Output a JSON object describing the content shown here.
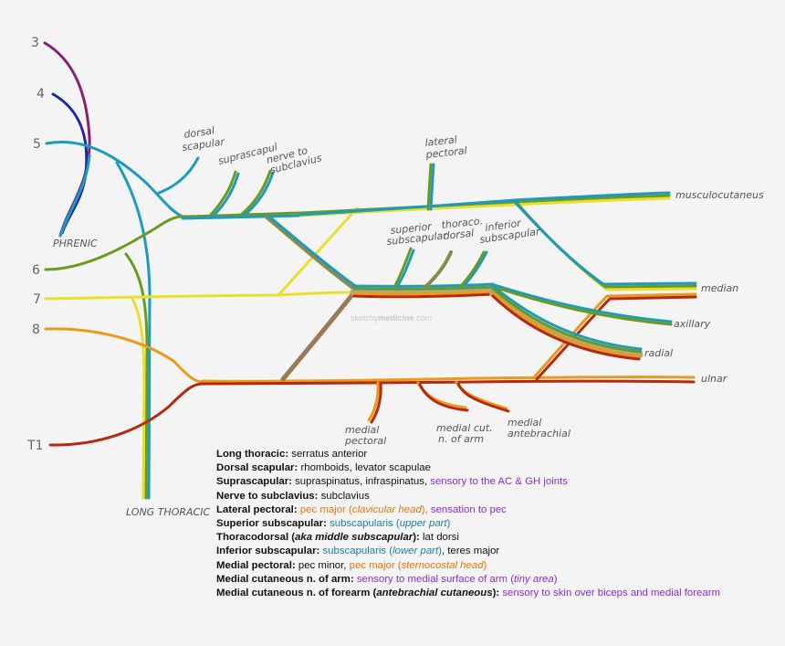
{
  "watermark": {
    "prefix": "sketchy",
    "suffix": "medicine",
    "tld": ".com"
  },
  "roots": {
    "c3": "3",
    "c4": "4",
    "c5": "5",
    "c6": "6",
    "c7": "7",
    "c8": "8",
    "t1": "T1"
  },
  "labels": {
    "phrenic": "PHRENIC",
    "long_thoracic": "LONG THORACIC",
    "dorsal_scapular": [
      "dorsal",
      "scapular"
    ],
    "suprascapular": "suprascapul",
    "nerve_to_subclavius": [
      "nerve to",
      "subclavius"
    ],
    "lateral_pectoral": [
      "lateral",
      "pectoral"
    ],
    "superior_subscapular": [
      "superior",
      "subscapular"
    ],
    "thoracodorsal": [
      "thoraco.",
      "dorsal"
    ],
    "inferior_subscapular": [
      "inferior",
      "subscapular"
    ],
    "musculocutaneous": "musculocutaneus",
    "median": "median",
    "axillary": "axillary",
    "radial": "radial",
    "ulnar": "ulnar",
    "medial_pectoral": [
      "medial",
      "pectoral"
    ],
    "medial_cut_arm": [
      "medial cut.",
      "n. of arm"
    ],
    "medial_antebrachial": [
      "medial",
      "antebrachial"
    ]
  },
  "colors": {
    "c3": "#8a1f6e",
    "c4": "#1a27a8",
    "c5": "#1a9bbf",
    "c6": "#6b9a1e",
    "c7": "#e8e02a",
    "c8": "#e89a1a",
    "t1": "#b8280e",
    "purple": "#8a2be2",
    "orange": "#e8750a",
    "teal": "#1f7fa6"
  },
  "legend": {
    "long_thoracic": {
      "name": "Long thoracic",
      "text": "serratus anterior"
    },
    "dorsal_scapular": {
      "name": "Dorsal scapular",
      "text": "rhomboids, levator scapulae"
    },
    "suprascapular": {
      "name": "Suprascapular",
      "text": "supraspinatus, infraspinatus, ",
      "sensory": "sensory to the AC & GH joints"
    },
    "nerve_to_subclavius": {
      "name": "Nerve to subclavius",
      "text": "subclavius"
    },
    "lateral_pectoral": {
      "name": "Lateral pectoral",
      "muscle": "pec major (",
      "muscle_head": "clavicular head",
      "muscle_close": "), ",
      "sensory": "sensation to pec"
    },
    "superior_subscapular": {
      "name": "Superior subscapular",
      "muscle": "subscapularis (",
      "muscle_part": "upper part",
      "muscle_close": ")"
    },
    "thoracodorsal": {
      "name_a": "Thoracodorsal (",
      "name_b": "aka middle subscapular",
      "name_c": ")",
      "text": "lat dorsi"
    },
    "inferior_subscapular": {
      "name": "Inferior subscapular",
      "muscle": "subscapularis (",
      "muscle_part": "lower part",
      "muscle_close": ")",
      "text": ", teres major"
    },
    "medial_pectoral": {
      "name": "Medial pectoral",
      "text": "pec minor, ",
      "muscle": "pec major (",
      "muscle_head": "sternocostal head",
      "muscle_close": ")"
    },
    "medial_cut_arm": {
      "name": "Medial cutaneous n. of arm",
      "sensory": "sensory to medial surface of arm (",
      "sensory_em": "tiny area",
      "sensory_close": ")"
    },
    "medial_cut_forearm": {
      "name_a": "Medial cutaneous n. of forearm (",
      "name_b": "antebrachial cutaneous",
      "name_c": ")",
      "sensory": "sensory to skin over biceps and medial forearm"
    }
  }
}
